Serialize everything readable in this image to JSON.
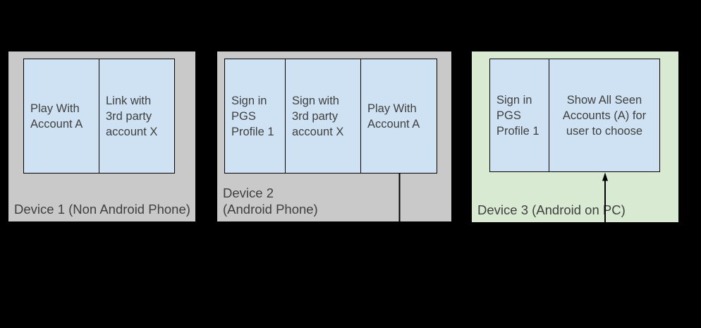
{
  "canvas": {
    "background": "#000000"
  },
  "colors": {
    "device_panel_gray": "#c9c9c9",
    "device_panel_green": "#d9ead3",
    "step_box_blue": "#cfe2f3",
    "box_border": "#000000",
    "text": "#3f3f3f",
    "connector": "#000000"
  },
  "devices": [
    {
      "label": "Device 1 (Non Android Phone)",
      "boxes": [
        {
          "text": "Play With\nAccount A"
        },
        {
          "text": "Link with\n3rd party\naccount X"
        }
      ]
    },
    {
      "label": "Device 2\n(Android Phone)",
      "boxes": [
        {
          "text": "Sign in\nPGS\nProfile 1"
        },
        {
          "text": "Sign with\n3rd party\naccount X"
        },
        {
          "text": "Play With\nAccount A"
        }
      ]
    },
    {
      "label": "Device 3 (Android on PC)",
      "boxes": [
        {
          "text": "Sign in\nPGS\nProfile 1"
        },
        {
          "text": "Show All Seen\nAccounts (A) for\nuser to choose"
        }
      ]
    }
  ],
  "connector": {
    "color": "#000000",
    "style": "arrow-up-into-show-all-seen-accounts"
  }
}
